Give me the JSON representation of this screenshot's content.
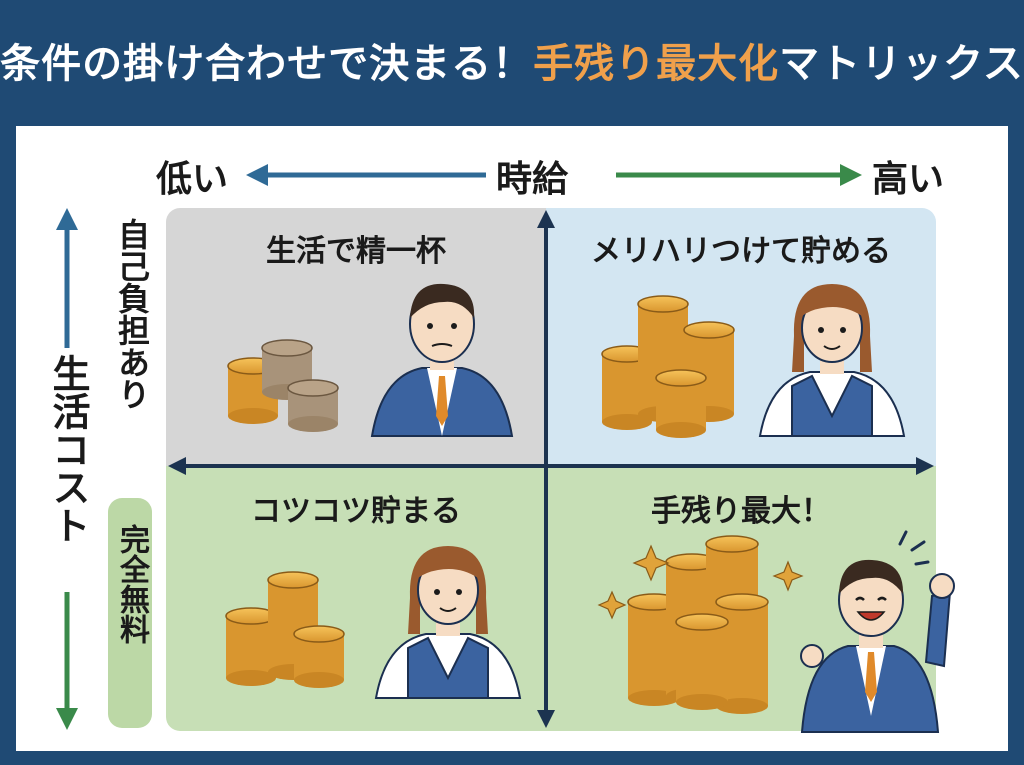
{
  "title": {
    "part1": "条件の掛け合わせで決まる！",
    "part2": "手残り最大化",
    "part3": "マトリックス"
  },
  "x_axis": {
    "label": "時給",
    "low": "低い",
    "high": "高い"
  },
  "y_axis": {
    "label": "生活コスト",
    "top": "自己負担あり",
    "bottom": "完全無料"
  },
  "quadrants": {
    "top_left": "生活で精一杯",
    "top_right": "メリハリつけて貯める",
    "bottom_left": "コツコツ貯まる",
    "bottom_right": "手残り最大！"
  },
  "colors": {
    "background": "#1f4a74",
    "accent": "#f0a04b",
    "quad_top_left": "#d6d6d6",
    "quad_top_right": "#d3e6f2",
    "quad_bottom": "#c7dfb6",
    "axis_blue": "#2f6a96",
    "axis_green": "#3a8a4a",
    "axis_dark": "#1c3350"
  }
}
